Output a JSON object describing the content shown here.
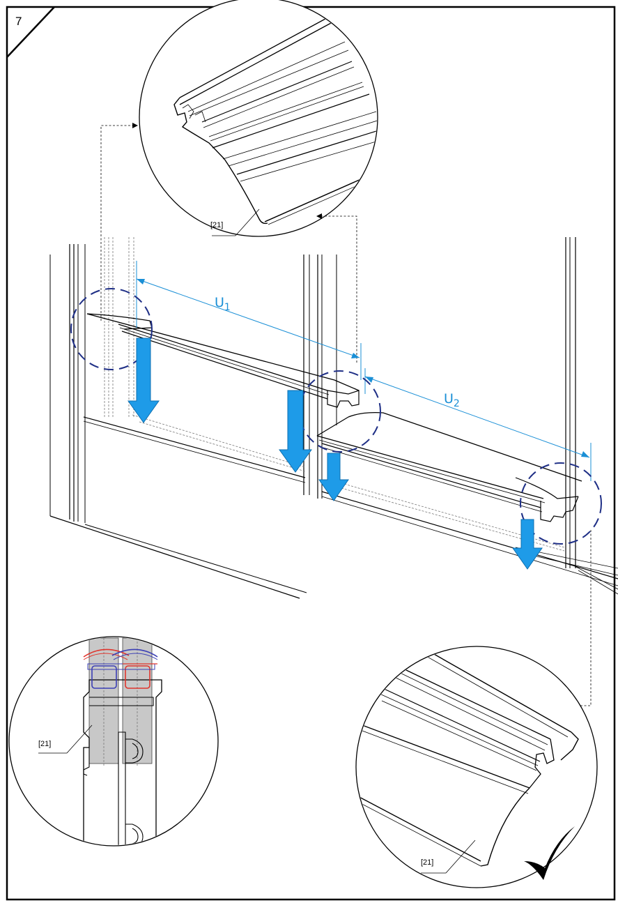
{
  "step_number": "7",
  "part_ref": "[21]",
  "dimensions": {
    "u1": "U",
    "u1_sub": "1",
    "u2": "U",
    "u2_sub": "2"
  },
  "colors": {
    "arrow": "#1e9be8",
    "dimension": "#1a8fd6",
    "highlight_circle": "#1f2f86",
    "seal_red": "#e0342c",
    "seal_blue": "#3b3fb5",
    "glass_grey": "#c8c8c8"
  },
  "icons": [
    "checkmark-icon",
    "down-arrow-icon"
  ]
}
